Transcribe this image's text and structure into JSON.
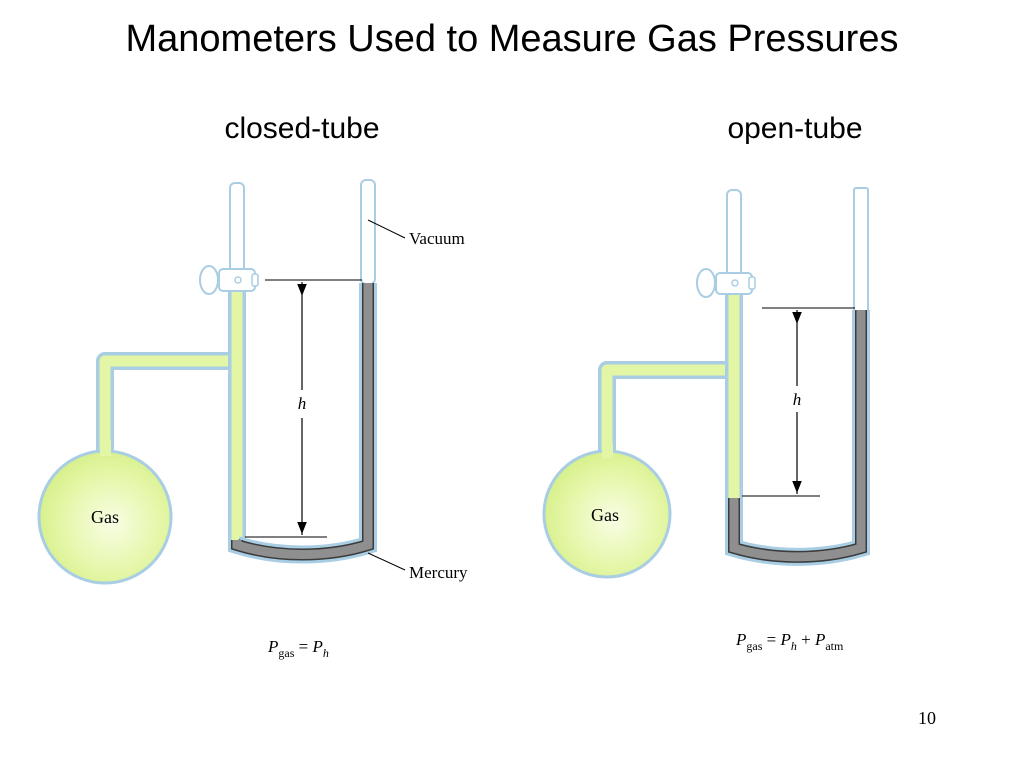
{
  "slide": {
    "title": "Manometers Used to Measure Gas Pressures",
    "page_number": "10"
  },
  "closed_tube": {
    "heading": "closed-tube",
    "bulb_label": "Gas",
    "vacuum_label": "Vacuum",
    "mercury_label": "Mercury",
    "height_label": "h",
    "equation": {
      "lhs": "P",
      "lhs_sub": "gas",
      "op": " = ",
      "rhs": "P",
      "rhs_sub": "h"
    }
  },
  "open_tube": {
    "heading": "open-tube",
    "bulb_label": "Gas",
    "height_label": "h",
    "equation": {
      "lhs": "P",
      "lhs_sub": "gas",
      "op": " = ",
      "rhs1": "P",
      "rhs1_sub": "h",
      "plus": " + ",
      "rhs2": "P",
      "rhs2_sub": "atm"
    }
  },
  "colors": {
    "gas_fill": "#e3f6a6",
    "tube_outline": "#a9cde3",
    "mercury": "#8f8f8f",
    "mercury_outline": "#3c3c3c"
  }
}
